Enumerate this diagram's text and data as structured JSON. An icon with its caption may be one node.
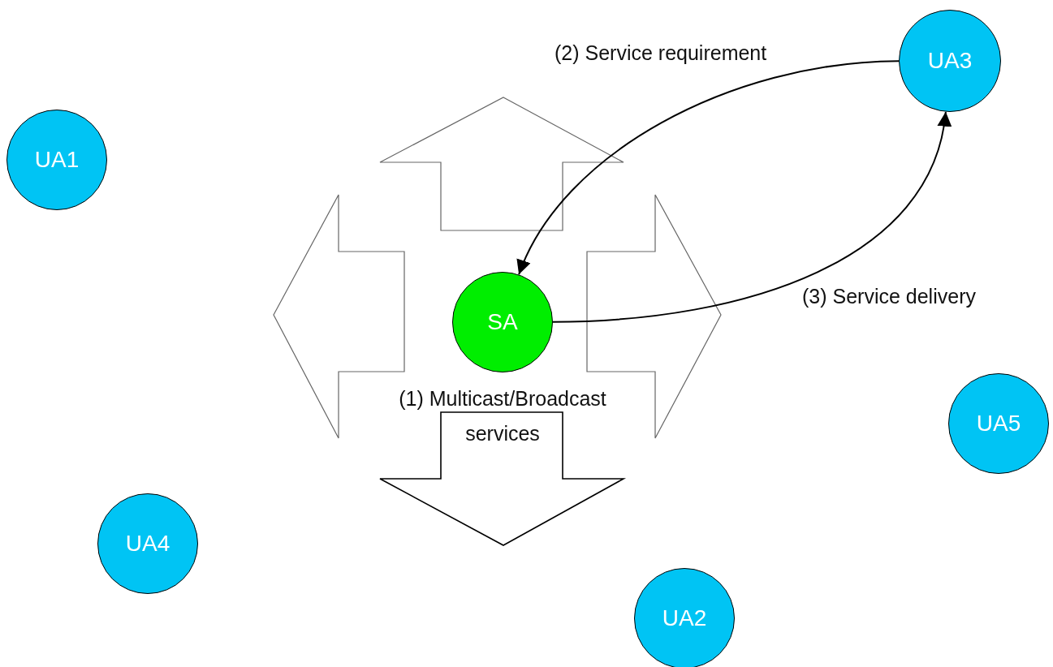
{
  "diagram": {
    "nodes": [
      {
        "text": [
          "UA3"
        ]
      },
      {
        "text": [
          "UA1"
        ]
      },
      {
        "text": [
          "SA"
        ]
      },
      {
        "text": [
          "UA5"
        ]
      },
      {
        "text": [
          "UA4"
        ]
      },
      {
        "text": [
          "UA2"
        ]
      }
    ],
    "edges": [
      {
        "from": 0,
        "to": 2,
        "arrow": "to",
        "label": "(2) Service requirement"
      },
      {
        "from": 2,
        "to": 0,
        "arrow": "to",
        "label": "(3) Service delivery"
      }
    ],
    "labels": [
      "(1) Multicast/Broadcast services"
    ]
  }
}
